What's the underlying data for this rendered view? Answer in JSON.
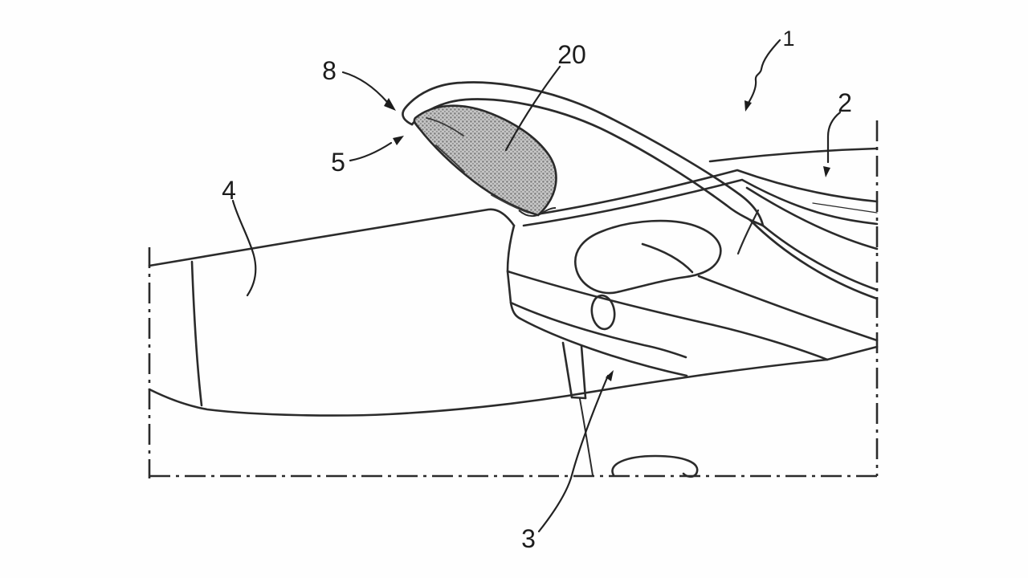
{
  "figure": {
    "kind": "patent-line-drawing",
    "background_color": "#fefefe",
    "line_color": "#2b2b2b",
    "shaded_element": {
      "label": "20",
      "fill_style": "halftone-dots",
      "base_color": "#c6c6c6",
      "dot_color": "#7d7d7d"
    },
    "border_style": "dash-dot"
  },
  "labels": [
    {
      "text": "8",
      "leader": "curved",
      "arrowhead": true
    },
    {
      "text": "5",
      "leader": "curved",
      "arrowhead": true
    },
    {
      "text": "20",
      "leader": "curved",
      "arrowhead": false
    },
    {
      "text": "4",
      "leader": "s-curve",
      "arrowhead": false
    },
    {
      "text": "1",
      "leader": "wavy",
      "arrowhead": true
    },
    {
      "text": "2",
      "leader": "curved",
      "arrowhead": true
    },
    {
      "text": "3",
      "leader": "long-curve",
      "arrowhead": true
    }
  ]
}
